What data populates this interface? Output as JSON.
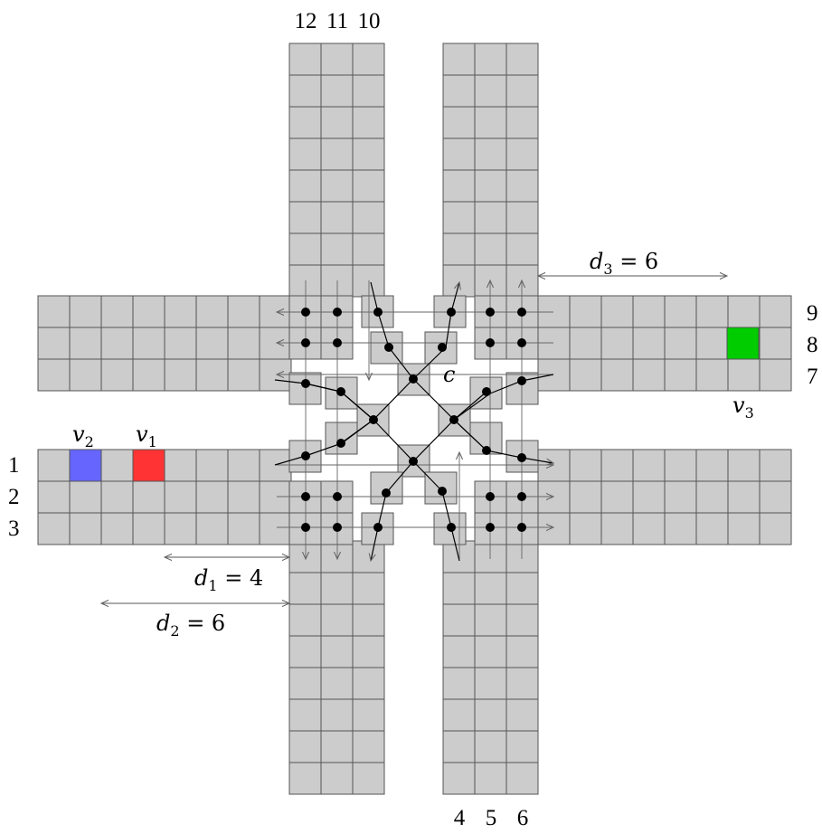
{
  "lane_labels": {
    "left": [
      "1",
      "2",
      "3"
    ],
    "right": [
      "9",
      "8",
      "7"
    ],
    "top": [
      "12",
      "11",
      "10"
    ],
    "bottom": [
      "4",
      "5",
      "6"
    ]
  },
  "vehicles": [
    {
      "name": "v",
      "sub": "2",
      "color": "#6666ff",
      "road": "west",
      "lane": 1,
      "distance_cells": 6
    },
    {
      "name": "v",
      "sub": "1",
      "color": "#ff3333",
      "road": "west",
      "lane": 1,
      "distance_cells": 4
    },
    {
      "name": "v",
      "sub": "3",
      "color": "#00cc00",
      "road": "east",
      "lane": 8,
      "distance_cells": 6
    }
  ],
  "distances": [
    {
      "var": "d",
      "sub": "1",
      "eq": " = 4",
      "cells": 4
    },
    {
      "var": "d",
      "sub": "2",
      "eq": " = 6",
      "cells": 6
    },
    {
      "var": "d",
      "sub": "3",
      "eq": " = 6",
      "cells": 6
    }
  ],
  "center_label": "c",
  "road_length_cells": 8,
  "colors": {
    "cell": "#cccccc",
    "grid_line": "#555555",
    "node": "#000000"
  }
}
